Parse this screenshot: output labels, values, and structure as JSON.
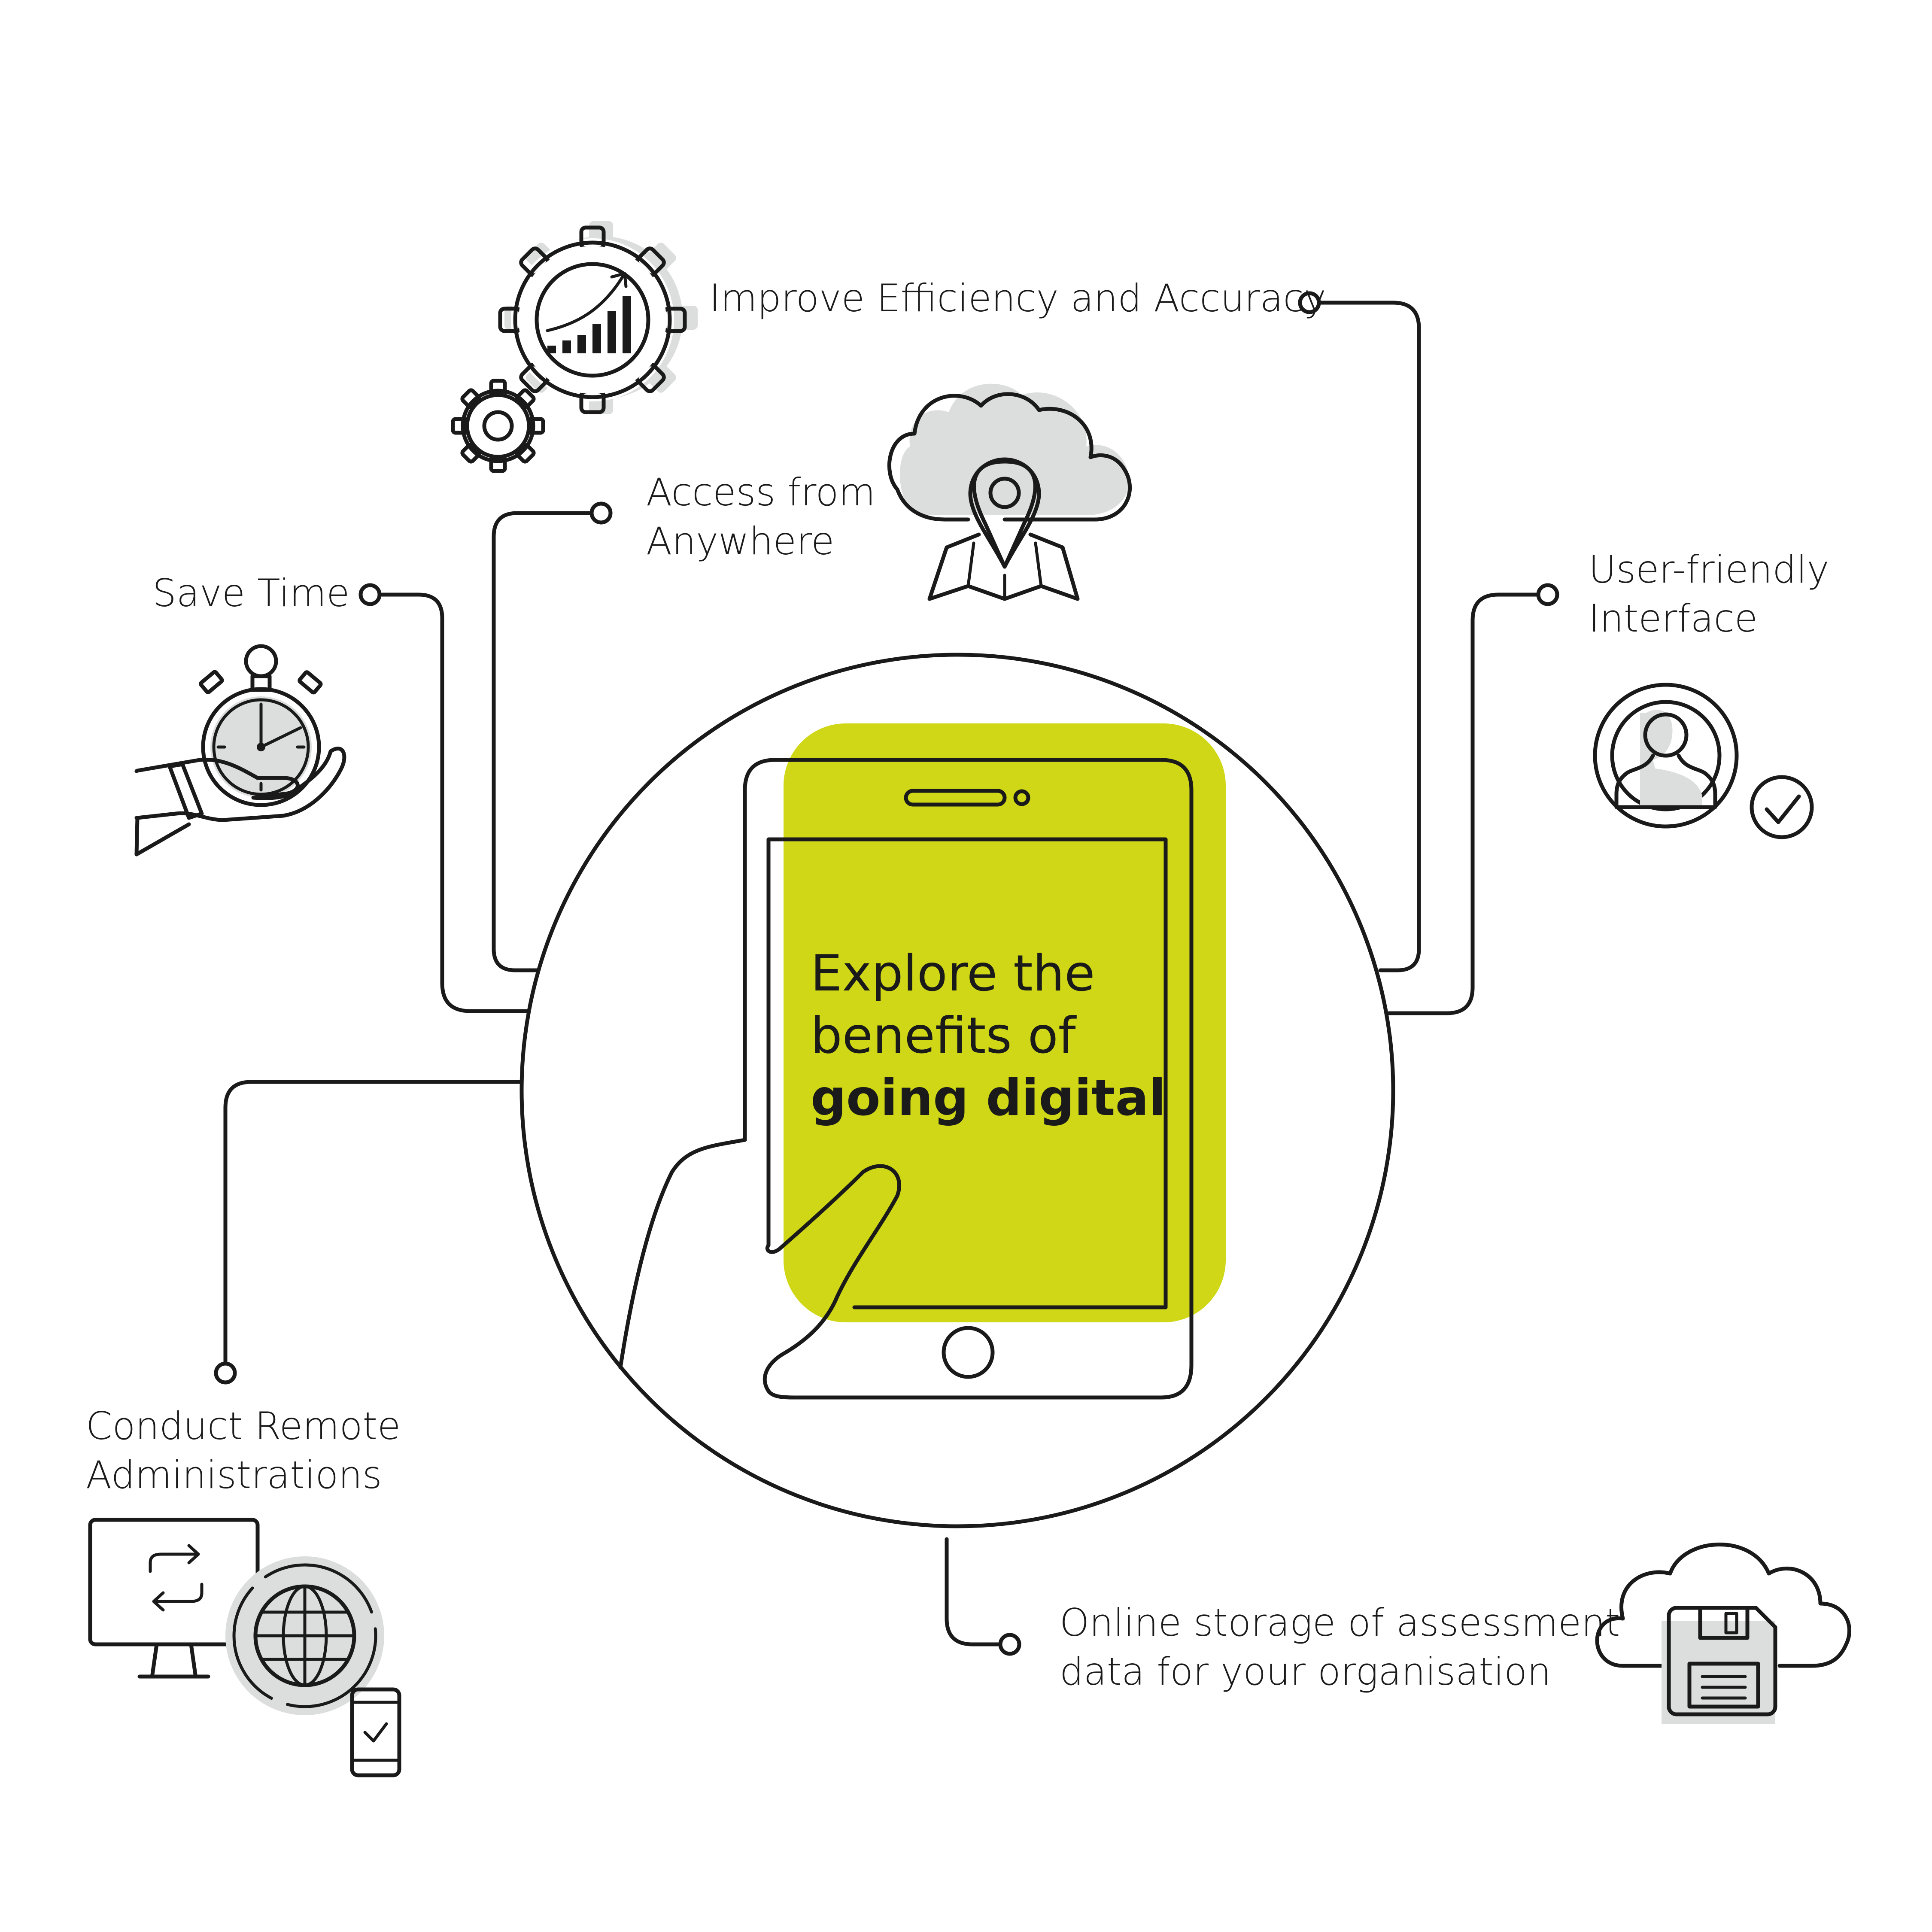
{
  "colors": {
    "accent": "#cfd716",
    "line": "#1a1a1a",
    "shadow": "#dcdddd",
    "background": "#ffffff"
  },
  "center": {
    "line1": "Explore the",
    "line2": "benefits of",
    "line3": "going digital"
  },
  "benefits": {
    "efficiency": {
      "label": "Improve Efficiency and Accuracy",
      "icon": "gear-growth-chart-icon"
    },
    "access": {
      "line1": "Access from",
      "line2": "Anywhere",
      "icon": "cloud-location-map-icon"
    },
    "save_time": {
      "label": "Save Time",
      "icon": "stopwatch-hand-icon"
    },
    "user_friendly": {
      "line1": "User-friendly",
      "line2": "Interface",
      "icon": "user-search-check-icon"
    },
    "remote": {
      "line1": "Conduct Remote",
      "line2": "Administrations",
      "icon": "monitor-globe-phone-icon"
    },
    "storage": {
      "line1": "Online storage of assessment",
      "line2": "data for your organisation",
      "icon": "cloud-floppy-disk-icon"
    }
  }
}
